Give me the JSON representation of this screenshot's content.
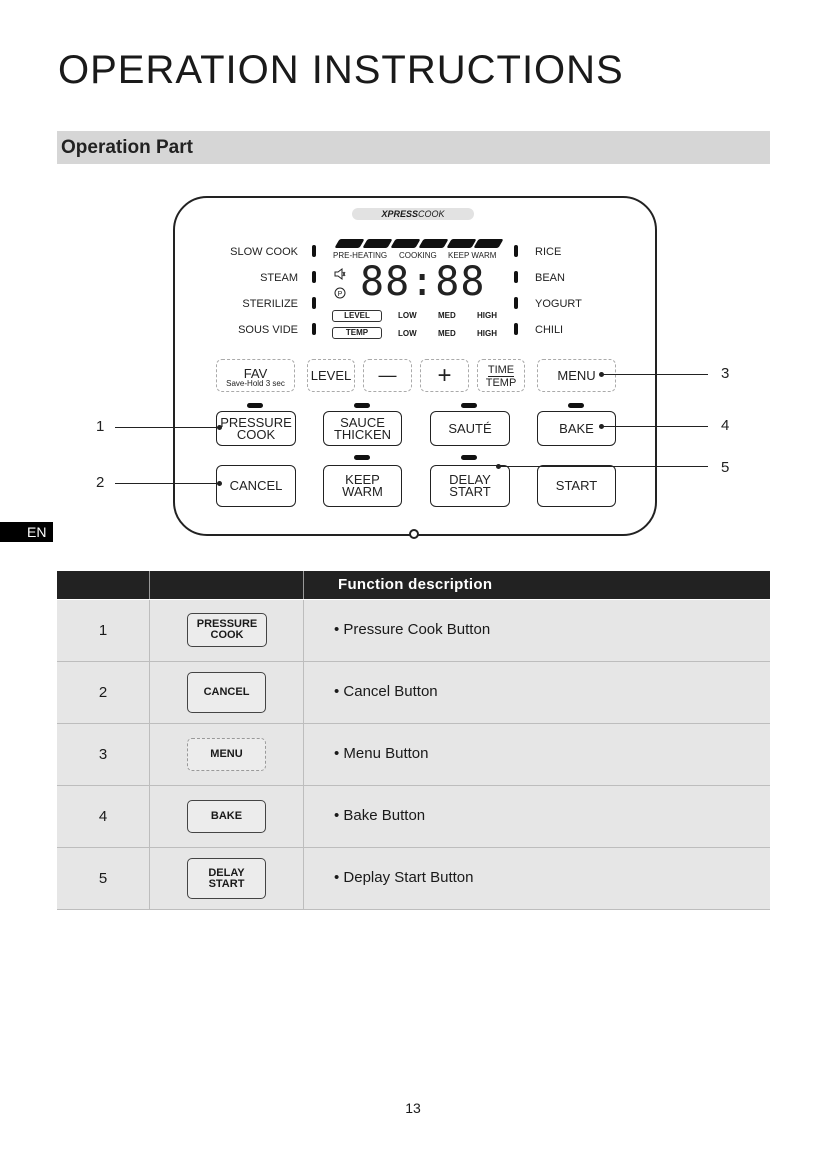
{
  "page": {
    "title": "OPERATION INSTRUCTIONS",
    "section": "Operation Part",
    "lang_tab": "EN",
    "page_number": "13"
  },
  "panel": {
    "brand_bold": "XPRESS",
    "brand_rest": "COOK",
    "left_labels": [
      "SLOW COOK",
      "STEAM",
      "STERILIZE",
      "SOUS VIDE"
    ],
    "right_labels": [
      "RICE",
      "BEAN",
      "YOGURT",
      "CHILI"
    ],
    "lcd_status": [
      "PRE-HEATING",
      "COOKING",
      "KEEP WARM"
    ],
    "lcd_digits": "88:88",
    "lcd_level": "LEVEL",
    "lcd_temp": "TEMP",
    "lcd_levels": [
      "LOW",
      "MED",
      "HIGH"
    ],
    "fav": "FAV",
    "fav_sub": "Save-Hold 3 sec",
    "level": "LEVEL",
    "minus": "—",
    "plus": "+",
    "time": "TIME",
    "temp": "TEMP",
    "menu": "MENU",
    "pressure_1": "PRESSURE",
    "pressure_2": "COOK",
    "sauce_1": "SAUCE",
    "sauce_2": "THICKEN",
    "saute": "SAUTÉ",
    "bake": "BAKE",
    "cancel": "CANCEL",
    "keep_1": "KEEP",
    "keep_2": "WARM",
    "delay_1": "DELAY",
    "delay_2": "START",
    "start": "START",
    "callouts": [
      "1",
      "2",
      "3",
      "4",
      "5"
    ]
  },
  "table": {
    "header": "Function description",
    "rows": [
      {
        "num": "1",
        "btn1": "PRESSURE",
        "btn2": "COOK",
        "desc": "• Pressure Cook Button"
      },
      {
        "num": "2",
        "btn1": "CANCEL",
        "btn2": "",
        "desc": "• Cancel Button"
      },
      {
        "num": "3",
        "btn1": "MENU",
        "btn2": "",
        "desc": "• Menu Button"
      },
      {
        "num": "4",
        "btn1": "BAKE",
        "btn2": "",
        "desc": "• Bake Button"
      },
      {
        "num": "5",
        "btn1": "DELAY",
        "btn2": "START",
        "desc": "• Deplay Start Button"
      }
    ]
  }
}
